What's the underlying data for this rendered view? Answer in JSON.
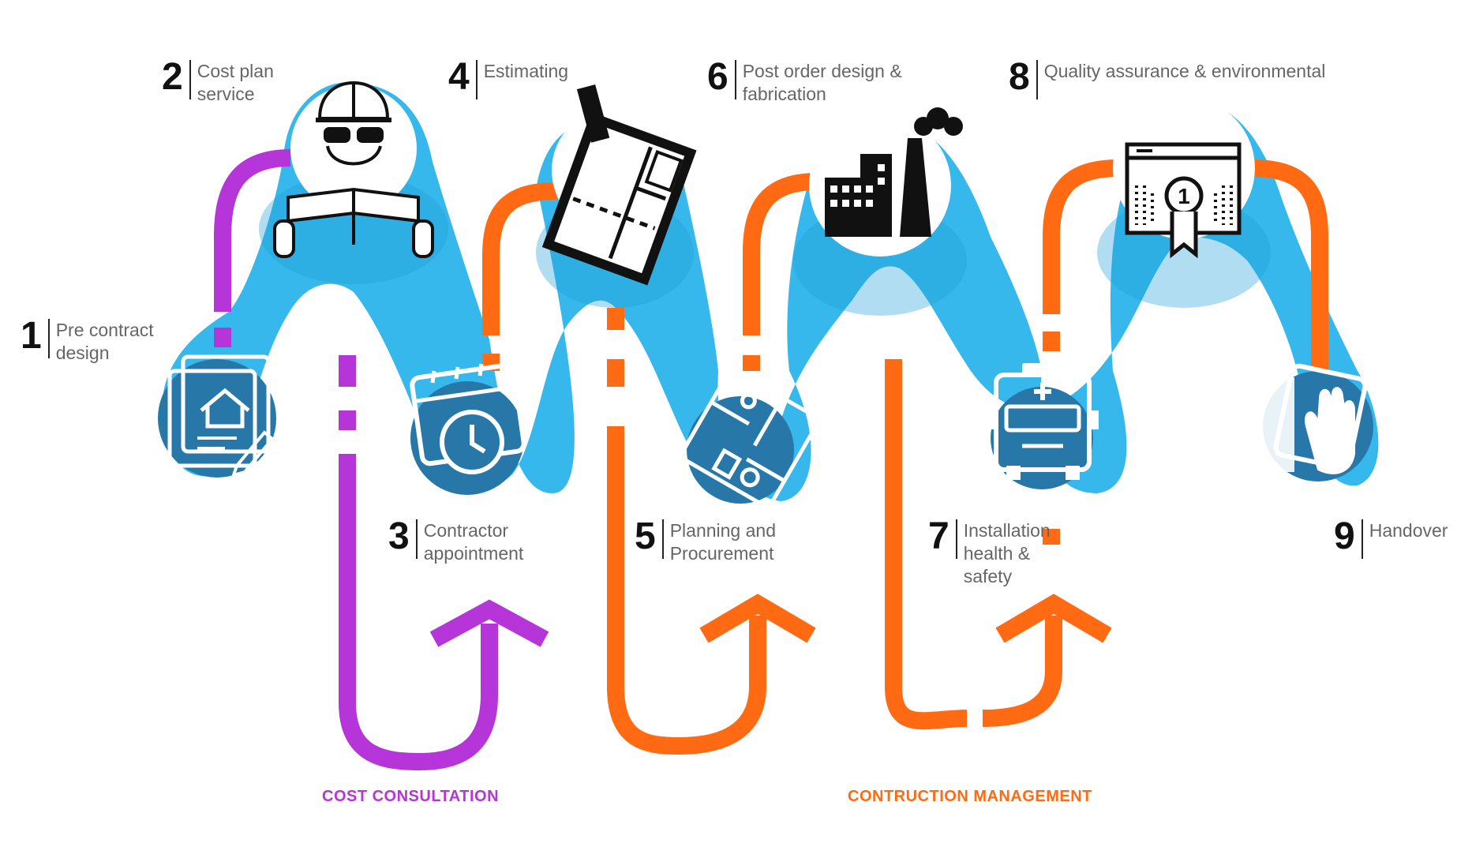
{
  "steps": [
    {
      "number": "1",
      "label": "Pre contract design",
      "icon": "house-document-icon"
    },
    {
      "number": "2",
      "label": "Cost plan service",
      "icon": "engineer-blueprint-icon"
    },
    {
      "number": "3",
      "label": "Contractor appointment",
      "icon": "calendar-clock-icon"
    },
    {
      "number": "4",
      "label": "Estimating",
      "icon": "floor-plan-clipboard-icon"
    },
    {
      "number": "5",
      "label": "Planning and Procurement",
      "icon": "floor-plan-icon"
    },
    {
      "number": "6",
      "label": "Post order design & fabrication",
      "icon": "factory-icon"
    },
    {
      "number": "7",
      "label": "Installation health & safety",
      "icon": "ambulance-icon"
    },
    {
      "number": "8",
      "label": "Quality assurance & environmental",
      "icon": "certificate-award-icon"
    },
    {
      "number": "9",
      "label": "Handover",
      "icon": "hand-tablet-icon"
    }
  ],
  "phases": {
    "cost": {
      "label": "COST CONSULTATION",
      "color": "#B535D9"
    },
    "construction": {
      "label": "CONTRUCTION MANAGEMENT",
      "color": "#FF6A12"
    }
  },
  "colors": {
    "wave": "#36B8EC",
    "wave_dark": "#1E9ED6",
    "icon_disc": "#2778A8"
  }
}
